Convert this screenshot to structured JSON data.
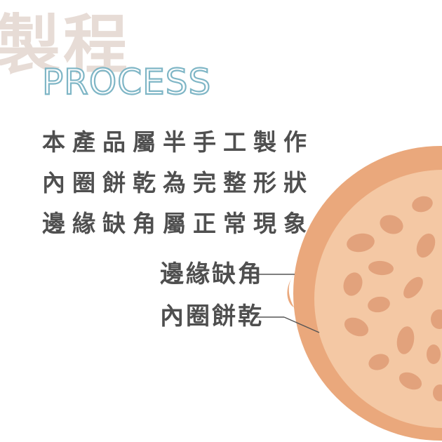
{
  "watermark": "製程",
  "heading": "PROCESS",
  "description": {
    "lines": [
      "本產品屬半手工製作",
      "內圈餅乾為完整形狀",
      "邊緣缺角屬正常現象"
    ]
  },
  "callouts": {
    "edge_label": "邊緣缺角",
    "inner_label": "內圈餅乾"
  },
  "colors": {
    "heading_outline": "#7fb6c6",
    "watermark": "#e7dcd6",
    "text": "#4f4f4f",
    "cookie_outer": "#e9a97f",
    "cookie_inner": "#f3c7a3",
    "cookie_spots": "#e0a07b"
  }
}
